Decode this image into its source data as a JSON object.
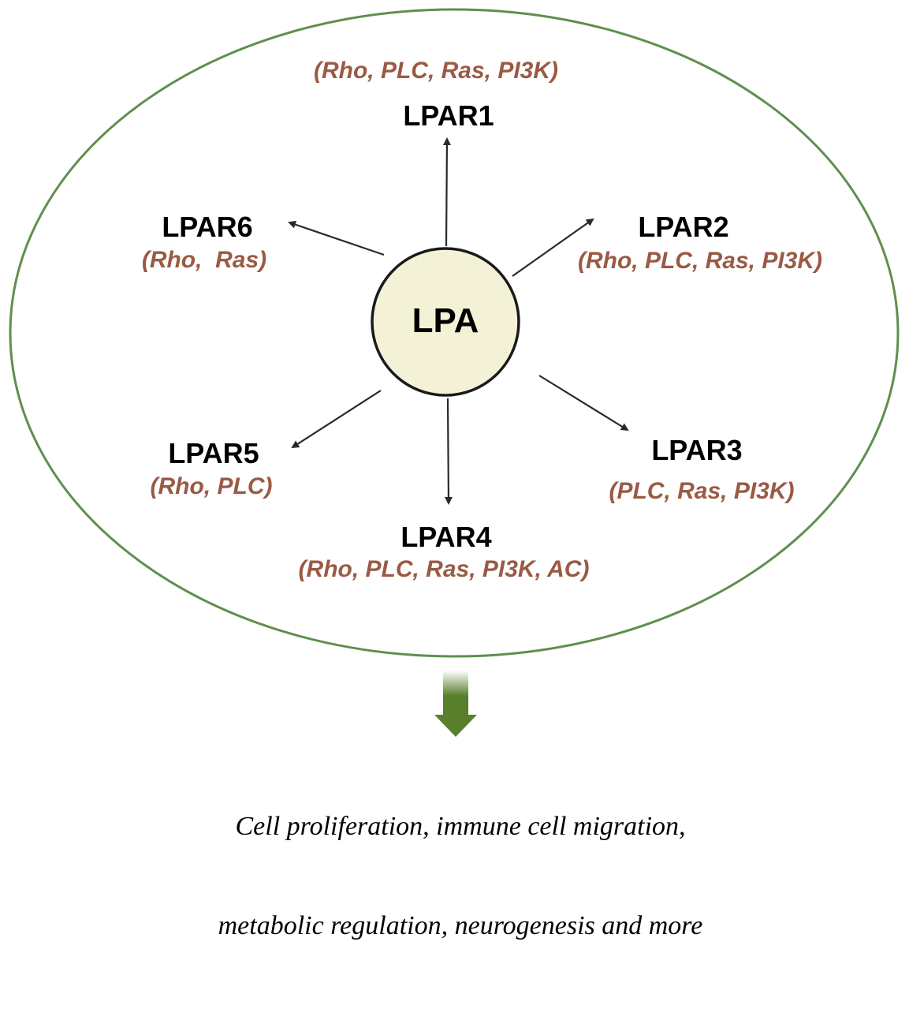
{
  "center": {
    "label": "LPA",
    "fill": "#f3f2d6",
    "stroke": "#1a1a1a"
  },
  "cell_border_color": "#5f8f4e",
  "arrow_color": "#2a2a2a",
  "pathway_color": "#9a5a44",
  "receptors": [
    {
      "id": "LPAR1",
      "name": "LPAR1",
      "pathways": "(Rho, PLC, Ras, PI3K)"
    },
    {
      "id": "LPAR2",
      "name": "LPAR2",
      "pathways": "(Rho, PLC, Ras, PI3K)"
    },
    {
      "id": "LPAR3",
      "name": "LPAR3",
      "pathways": "(PLC, Ras, PI3K)"
    },
    {
      "id": "LPAR4",
      "name": "LPAR4",
      "pathways": "(Rho, PLC, Ras, PI3K, AC)"
    },
    {
      "id": "LPAR5",
      "name": "LPAR5",
      "pathways": "(Rho, PLC)"
    },
    {
      "id": "LPAR6",
      "name": "LPAR6",
      "pathways": "(Rho,  Ras)"
    }
  ],
  "output_arrow_color": "#5a7f2c",
  "outcome": {
    "line1": "Cell proliferation, immune cell migration,",
    "line2": "metabolic regulation, neurogenesis and more"
  }
}
